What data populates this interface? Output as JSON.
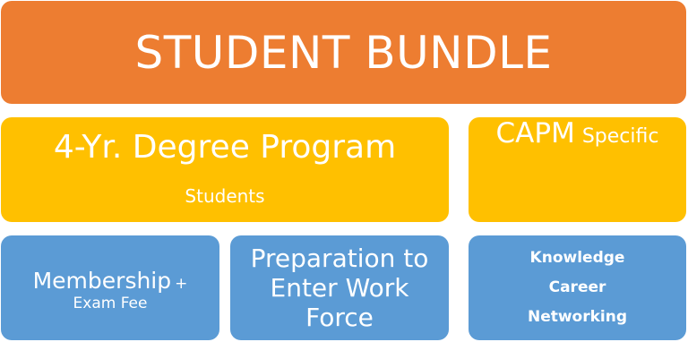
{
  "header": {
    "title": "STUDENT BUNDLE"
  },
  "degree": {
    "title": "4-Yr. Degree Program",
    "subtitle": "Students"
  },
  "capm": {
    "title": "CAPM",
    "suffix": "Specific"
  },
  "membership": {
    "line1": "Membership",
    "plus": "+",
    "line2": "Exam Fee"
  },
  "preparation": {
    "line1": "Preparation to",
    "line2": "Enter Work",
    "line3": "Force"
  },
  "skills": {
    "items": [
      "Knowledge",
      "Career",
      "Networking"
    ]
  },
  "colors": {
    "orange": "#ED7D31",
    "yellow": "#FFC000",
    "blue": "#5B9BD5",
    "text": "#FFFFFF"
  }
}
